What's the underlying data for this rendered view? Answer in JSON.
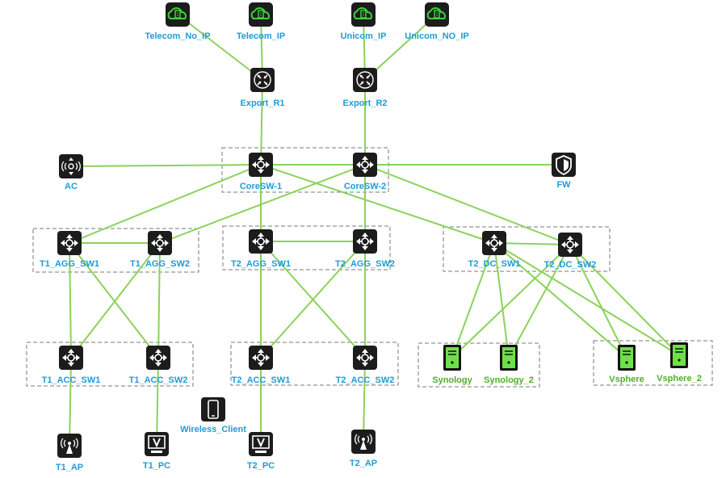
{
  "nodes": {
    "telecom_no_ip": {
      "label": "Telecom_No_IP",
      "icon": "cloud-icon"
    },
    "telecom_ip": {
      "label": "Telecom_IP",
      "icon": "cloud-icon"
    },
    "unicom_ip": {
      "label": "Unicom_IP",
      "icon": "cloud-icon"
    },
    "unicom_no_ip": {
      "label": "Unicom_NO_IP",
      "icon": "cloud-icon"
    },
    "export_r1": {
      "label": "Export_R1",
      "icon": "router-icon"
    },
    "export_r2": {
      "label": "Export_R2",
      "icon": "router-icon"
    },
    "ac": {
      "label": "AC",
      "icon": "wireless-controller-icon"
    },
    "coresw_1": {
      "label": "CoreSW-1",
      "icon": "switch-icon"
    },
    "coresw_2": {
      "label": "CoreSW-2",
      "icon": "switch-icon"
    },
    "fw": {
      "label": "FW",
      "icon": "firewall-icon"
    },
    "t1_agg_sw1": {
      "label": "T1_AGG_SW1",
      "icon": "switch-icon"
    },
    "t1_agg_sw2": {
      "label": "T1_AGG_SW2",
      "icon": "switch-icon"
    },
    "t2_agg_sw1": {
      "label": "T2_AGG_SW1",
      "icon": "switch-icon"
    },
    "t2_agg_sw2": {
      "label": "T2_AGG_SW2",
      "icon": "switch-icon"
    },
    "t2_dc_sw1": {
      "label": "T2_DC_SW1",
      "icon": "switch-icon"
    },
    "t2_dc_sw2": {
      "label": "T2_DC_SW2",
      "icon": "switch-icon"
    },
    "t1_acc_sw1": {
      "label": "T1_ACC_SW1",
      "icon": "switch-icon"
    },
    "t1_acc_sw2": {
      "label": "T1_ACC_SW2",
      "icon": "switch-icon"
    },
    "t2_acc_sw1": {
      "label": "T2_ACC_SW1",
      "icon": "switch-icon"
    },
    "t2_acc_sw2": {
      "label": "T2_ACC_SW2",
      "icon": "switch-icon"
    },
    "synology": {
      "label": "Synology",
      "icon": "server-icon"
    },
    "synology_2": {
      "label": "Synology_2",
      "icon": "server-icon"
    },
    "vsphere": {
      "label": "Vsphere",
      "icon": "server-icon"
    },
    "vsphere_2": {
      "label": "Vsphere_2",
      "icon": "server-icon"
    },
    "wireless_client": {
      "label": "Wireless_Client",
      "icon": "phone-icon"
    },
    "t1_ap": {
      "label": "T1_AP",
      "icon": "access-point-icon"
    },
    "t1_pc": {
      "label": "T1_PC",
      "icon": "pc-icon"
    },
    "t2_pc": {
      "label": "T2_PC",
      "icon": "pc-icon"
    },
    "t2_ap": {
      "label": "T2_AP",
      "icon": "access-point-icon"
    }
  },
  "links": [
    [
      "telecom_no_ip",
      "export_r1"
    ],
    [
      "telecom_ip",
      "export_r1"
    ],
    [
      "unicom_ip",
      "export_r2"
    ],
    [
      "unicom_no_ip",
      "export_r2"
    ],
    [
      "export_r1",
      "coresw_1"
    ],
    [
      "export_r2",
      "coresw_2"
    ],
    [
      "ac",
      "coresw_1"
    ],
    [
      "coresw_1",
      "coresw_2"
    ],
    [
      "coresw_2",
      "fw"
    ],
    [
      "coresw_1",
      "t1_agg_sw1"
    ],
    [
      "coresw_2",
      "t1_agg_sw2"
    ],
    [
      "coresw_1",
      "t2_agg_sw1"
    ],
    [
      "coresw_2",
      "t2_agg_sw2"
    ],
    [
      "coresw_1",
      "t2_dc_sw1"
    ],
    [
      "coresw_2",
      "t2_dc_sw2"
    ],
    [
      "t1_agg_sw1",
      "t1_agg_sw2"
    ],
    [
      "t2_agg_sw1",
      "t2_agg_sw2"
    ],
    [
      "t2_dc_sw1",
      "t2_dc_sw2"
    ],
    [
      "t1_agg_sw1",
      "t1_acc_sw1"
    ],
    [
      "t1_agg_sw1",
      "t1_acc_sw2"
    ],
    [
      "t1_agg_sw2",
      "t1_acc_sw1"
    ],
    [
      "t1_agg_sw2",
      "t1_acc_sw2"
    ],
    [
      "t2_agg_sw1",
      "t2_acc_sw1"
    ],
    [
      "t2_agg_sw1",
      "t2_acc_sw2"
    ],
    [
      "t2_agg_sw2",
      "t2_acc_sw1"
    ],
    [
      "t2_agg_sw2",
      "t2_acc_sw2"
    ],
    [
      "t2_dc_sw1",
      "synology"
    ],
    [
      "t2_dc_sw1",
      "synology_2"
    ],
    [
      "t2_dc_sw1",
      "vsphere"
    ],
    [
      "t2_dc_sw1",
      "vsphere_2"
    ],
    [
      "t2_dc_sw2",
      "synology"
    ],
    [
      "t2_dc_sw2",
      "synology_2"
    ],
    [
      "t2_dc_sw2",
      "vsphere"
    ],
    [
      "t2_dc_sw2",
      "vsphere_2"
    ],
    [
      "t1_acc_sw1",
      "t1_ap"
    ],
    [
      "t1_acc_sw2",
      "t1_pc"
    ],
    [
      "t2_acc_sw1",
      "t2_pc"
    ],
    [
      "t2_acc_sw2",
      "t2_ap"
    ]
  ],
  "colors": {
    "link": "#8bd25a",
    "label": "#1f9bd7",
    "server_label": "#4caf28",
    "cloud": "#3fd13a",
    "server": "#6ee04a",
    "group_border": "#7a7a7a"
  }
}
